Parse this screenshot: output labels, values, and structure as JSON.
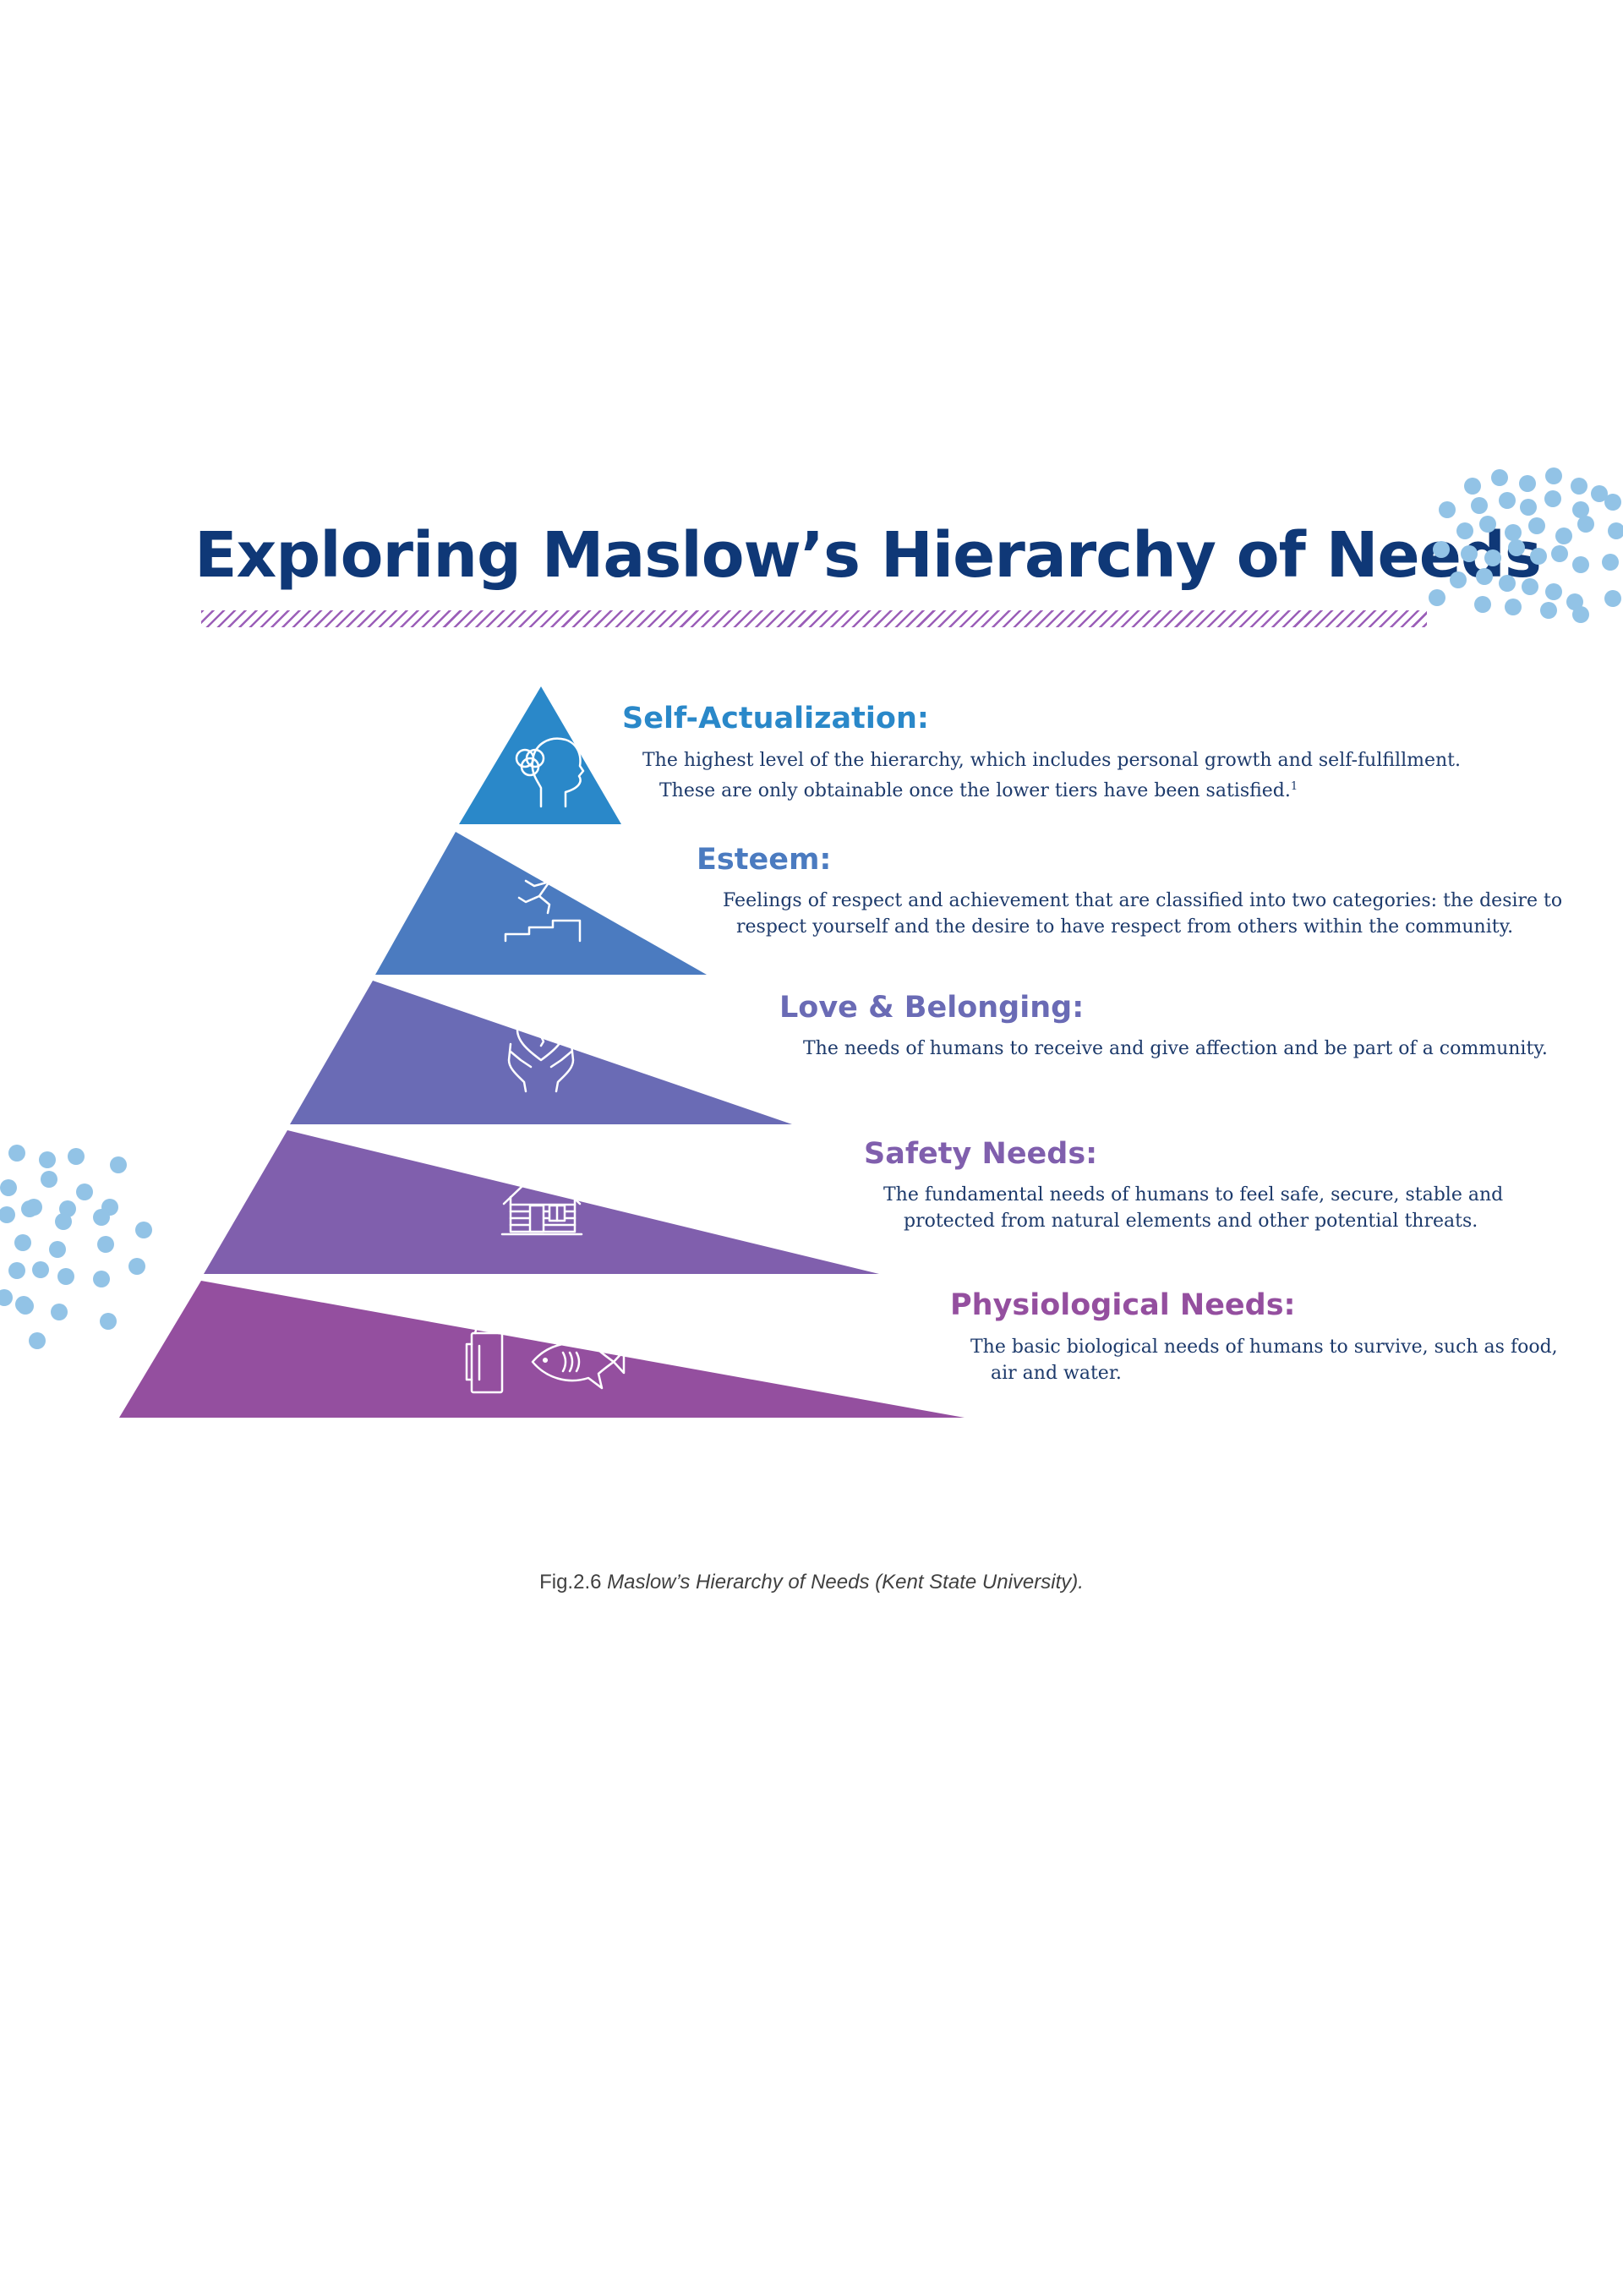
{
  "title": "Exploring Maslow’s Hierarchy of Needs",
  "tiers": [
    {
      "label": "Self-Actualization:",
      "desc_lines": [
        "The highest level of the hierarchy, which includes personal growth and self-fulfillment.",
        "These are only obtainable once the lower tiers have been satisfied."
      ],
      "footnote": "1",
      "color": "#2a88c9",
      "icon": "head-overlapping-circles-icon"
    },
    {
      "label": "Esteem:",
      "desc_lines": [
        "Feelings of respect and achievement that are classified into two categories: the desire to",
        "respect yourself and the desire to have respect from others within the community."
      ],
      "color": "#4b7bc0",
      "icon": "person-climbing-steps-icon"
    },
    {
      "label": "Love & Belonging:",
      "desc_lines": [
        "The needs of humans to receive and give affection and be part of a community."
      ],
      "color": "#6a6bb5",
      "icon": "hands-holding-heart-icon"
    },
    {
      "label": "Safety Needs:",
      "desc_lines": [
        "The fundamental needs of humans to feel safe, secure, stable and",
        "protected from natural elements and other potential threats."
      ],
      "color": "#805fad",
      "icon": "house-icon"
    },
    {
      "label": "Physiological Needs:",
      "desc_lines": [
        "The basic biological needs of humans to survive, such as food,",
        "air and water."
      ],
      "color": "#944f9f",
      "icon": "bottle-and-fish-icon"
    }
  ],
  "caption": {
    "prefix": "Fig.2.6 ",
    "italic": "Maslow’s Hierarchy of Needs (Kent State University)."
  },
  "colors": {
    "title": "#0f3877",
    "hatch": "#9b5fb8",
    "dots": "#92c3e6",
    "body_text": "#1d3a6b"
  }
}
